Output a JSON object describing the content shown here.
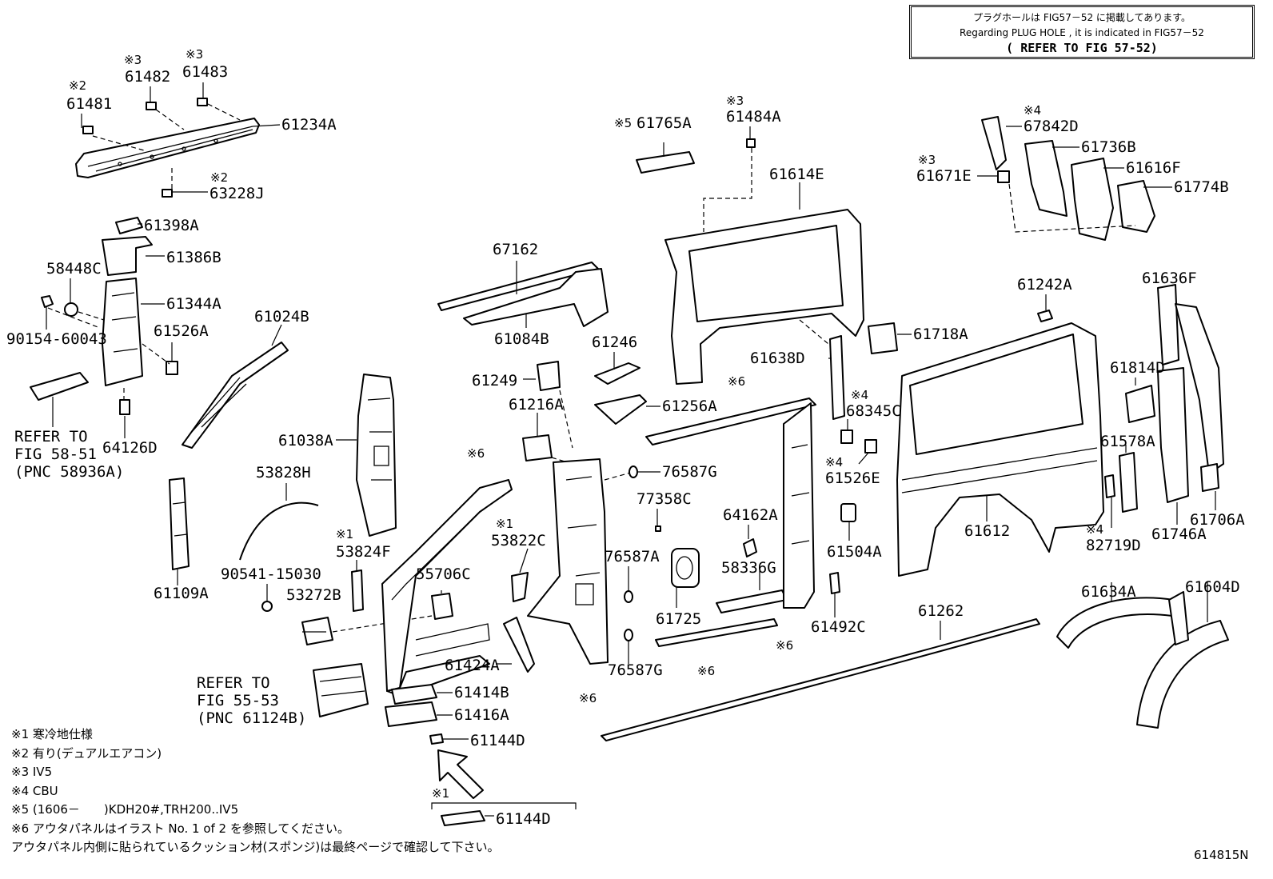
{
  "refer_box": {
    "japanese": "プラグホールは FIG57－52 に掲載してあります。",
    "english": "Regarding PLUG HOLE , it is indicated in FIG57－52",
    "figure": "( REFER TO FIG 57-52)"
  },
  "labels": [
    {
      "id": "61481",
      "text": "61481",
      "mark": "※2"
    },
    {
      "id": "61482",
      "text": "61482",
      "mark": "※3"
    },
    {
      "id": "61483",
      "text": "61483",
      "mark": "※3"
    },
    {
      "id": "61234A",
      "text": "61234A"
    },
    {
      "id": "63228J",
      "text": "63228J",
      "mark": "※2"
    },
    {
      "id": "61398A",
      "text": "61398A"
    },
    {
      "id": "61386B",
      "text": "61386B"
    },
    {
      "id": "58448C",
      "text": "58448C"
    },
    {
      "id": "61344A",
      "text": "61344A"
    },
    {
      "id": "61526A",
      "text": "61526A"
    },
    {
      "id": "90154-60043",
      "text": "90154-60043"
    },
    {
      "id": "64126D",
      "text": "64126D"
    },
    {
      "id": "refer-58-51",
      "lines": [
        "REFER TO",
        "FIG 58-51",
        "(PNC 58936A)"
      ]
    },
    {
      "id": "61024B",
      "text": "61024B"
    },
    {
      "id": "61038A",
      "text": "61038A"
    },
    {
      "id": "53828H",
      "text": "53828H"
    },
    {
      "id": "61109A",
      "text": "61109A"
    },
    {
      "id": "53824F",
      "text": "53824F",
      "mark": "※1"
    },
    {
      "id": "90541-15030",
      "text": "90541-15030"
    },
    {
      "id": "53272B",
      "text": "53272B"
    },
    {
      "id": "55706C",
      "text": "55706C"
    },
    {
      "id": "53822C",
      "text": "53822C",
      "mark": "※1"
    },
    {
      "id": "refer-55-53",
      "lines": [
        "REFER TO",
        "FIG 55-53",
        "(PNC 61124B)"
      ]
    },
    {
      "id": "61424A",
      "text": "61424A"
    },
    {
      "id": "61414B",
      "text": "61414B"
    },
    {
      "id": "61416A",
      "text": "61416A"
    },
    {
      "id": "61144D-a",
      "text": "61144D"
    },
    {
      "id": "61144D-b",
      "text": "61144D",
      "mark": "※1"
    },
    {
      "id": "67162",
      "text": "67162"
    },
    {
      "id": "61084B",
      "text": "61084B"
    },
    {
      "id": "61246",
      "text": "61246"
    },
    {
      "id": "61249",
      "text": "61249"
    },
    {
      "id": "61216A",
      "text": "61216A"
    },
    {
      "id": "61256A",
      "text": "61256A"
    },
    {
      "id": "76587G-a",
      "text": "76587G"
    },
    {
      "id": "77358C",
      "text": "77358C"
    },
    {
      "id": "76587A",
      "text": "76587A"
    },
    {
      "id": "61725",
      "text": "61725"
    },
    {
      "id": "76587G-b",
      "text": "76587G"
    },
    {
      "id": "64162A",
      "text": "64162A"
    },
    {
      "id": "58336G",
      "text": "58336G"
    },
    {
      "id": "61765A",
      "text": "61765A",
      "mark": "※5"
    },
    {
      "id": "61484A",
      "text": "61484A",
      "mark": "※3"
    },
    {
      "id": "61614E",
      "text": "61614E"
    },
    {
      "id": "61638D",
      "text": "61638D"
    },
    {
      "id": "61718A",
      "text": "61718A"
    },
    {
      "id": "68345C",
      "text": "68345C",
      "mark": "※4"
    },
    {
      "id": "61526E",
      "text": "61526E",
      "mark": "※4"
    },
    {
      "id": "61504A",
      "text": "61504A"
    },
    {
      "id": "61492C",
      "text": "61492C"
    },
    {
      "id": "61262",
      "text": "61262"
    },
    {
      "id": "61612",
      "text": "61612"
    },
    {
      "id": "61242A",
      "text": "61242A"
    },
    {
      "id": "67842D",
      "text": "67842D",
      "mark": "※4"
    },
    {
      "id": "61736B",
      "text": "61736B"
    },
    {
      "id": "61671E",
      "text": "61671E",
      "mark": "※3"
    },
    {
      "id": "61616F",
      "text": "61616F"
    },
    {
      "id": "61774B",
      "text": "61774B"
    },
    {
      "id": "61636F",
      "text": "61636F"
    },
    {
      "id": "61814D",
      "text": "61814D"
    },
    {
      "id": "61578A",
      "text": "61578A"
    },
    {
      "id": "82719D",
      "text": "82719D",
      "mark": "※4"
    },
    {
      "id": "61746A",
      "text": "61746A"
    },
    {
      "id": "61706A",
      "text": "61706A"
    },
    {
      "id": "61634A",
      "text": "61634A"
    },
    {
      "id": "61604D",
      "text": "61604D"
    }
  ],
  "standalone_marks": {
    "m6_top_left": "※6",
    "m6_top_mid": "※6",
    "m6_pillar": "※6",
    "m6_strip_low": "※6",
    "m6_strip_right": "※6"
  },
  "notes": [
    "※1 寒冷地仕様",
    "※2 有り(デュアルエアコン)",
    "※3 IV5",
    "※4 CBU",
    "※5 (1606－　　)KDH20#,TRH200..IV5",
    "※6 アウタパネルはイラスト No. 1 of 2 を参照してください。",
    "アウタパネル内側に貼られているクッション材(スポンジ)は最終ページで確認して下さい。"
  ],
  "drawing_code": "614815N"
}
